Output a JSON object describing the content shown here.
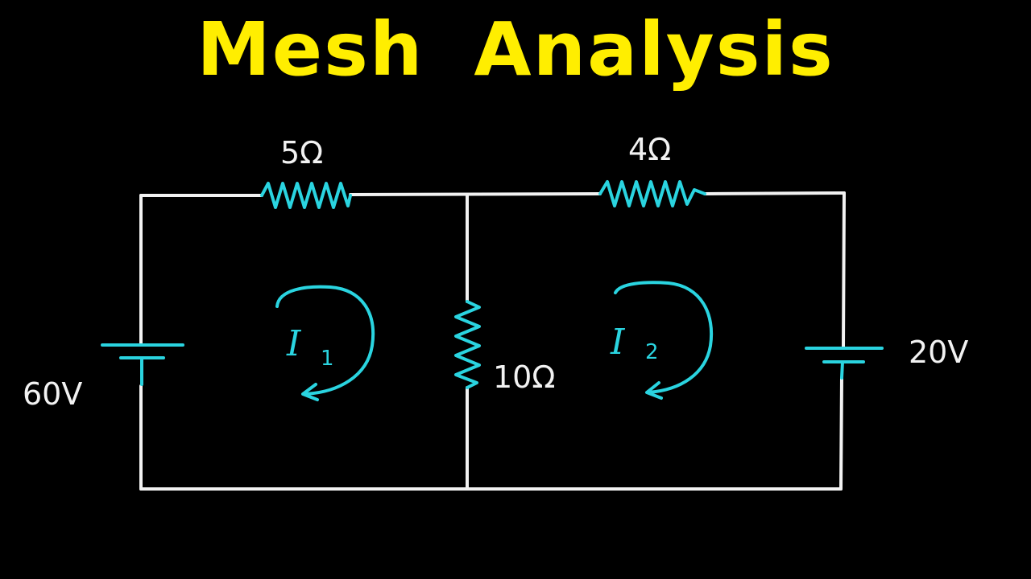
{
  "title": "Mesh Analysis",
  "colors": {
    "background": "#000000",
    "title": "#ffee00",
    "wire": "#f2f2f2",
    "component": "#2ad4e0"
  },
  "circuit": {
    "sources": [
      {
        "id": "left-source",
        "label": "60V",
        "icon": "battery-icon"
      },
      {
        "id": "right-source",
        "label": "20V",
        "icon": "battery-icon"
      }
    ],
    "resistors": [
      {
        "id": "top-left-resistor",
        "label": "5Ω",
        "icon": "resistor-icon"
      },
      {
        "id": "top-right-resistor",
        "label": "4Ω",
        "icon": "resistor-icon"
      },
      {
        "id": "middle-resistor",
        "label": "10Ω",
        "icon": "resistor-icon"
      }
    ],
    "mesh_currents": [
      {
        "id": "mesh-1",
        "label": "I",
        "subscript": "1",
        "direction": "clockwise",
        "icon": "clockwise-arrow-icon"
      },
      {
        "id": "mesh-2",
        "label": "I",
        "subscript": "2",
        "direction": "clockwise",
        "icon": "clockwise-arrow-icon"
      }
    ]
  }
}
